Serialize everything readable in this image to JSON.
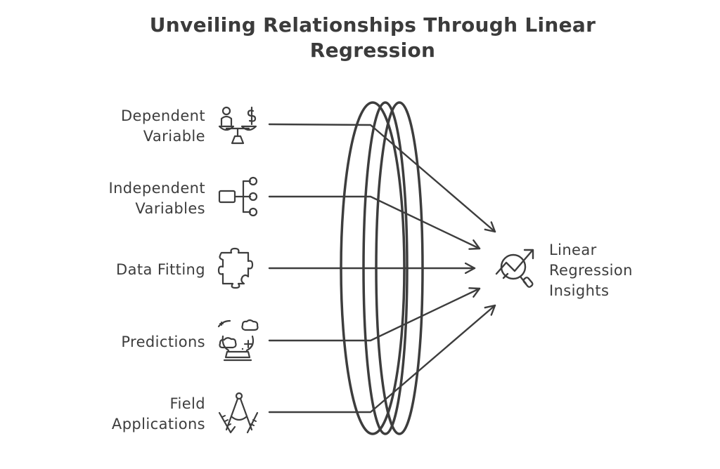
{
  "title": {
    "line1": "Unveiling Relationships Through Linear",
    "line2": "Regression"
  },
  "inputs": [
    {
      "line1": "Dependent",
      "line2": "Variable",
      "icon": "balance-scale-icon"
    },
    {
      "line1": "Independent",
      "line2": "Variables",
      "icon": "hierarchy-nodes-icon"
    },
    {
      "line1": "Data Fitting",
      "line2": "",
      "icon": "puzzle-piece-icon"
    },
    {
      "line1": "Predictions",
      "line2": "",
      "icon": "crystal-ball-icon"
    },
    {
      "line1": "Field",
      "line2": "Applications",
      "icon": "compass-ruler-icon"
    }
  ],
  "output": {
    "line1": "Linear",
    "line2": "Regression",
    "line3": "Insights",
    "icon": "magnifier-trend-icon"
  },
  "colors": {
    "ink": "#3d3d3d",
    "background": "#ffffff"
  }
}
